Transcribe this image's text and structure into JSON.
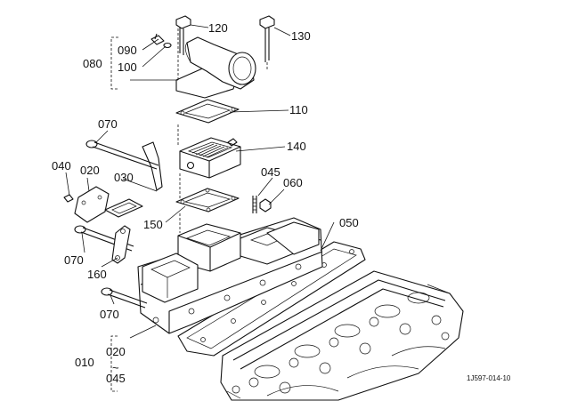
{
  "labels": {
    "l010": "010",
    "l020": "020",
    "l020b": "020",
    "l030": "030",
    "l040": "040",
    "l045": "045",
    "l045b": "045",
    "l050": "050",
    "l060": "060",
    "l070a": "070",
    "l070b": "070",
    "l070c": "070",
    "l080": "080",
    "l090": "090",
    "l100": "100",
    "l110": "110",
    "l120": "120",
    "l130": "130",
    "l140": "140",
    "l150": "150",
    "l160": "160",
    "tilde": "~"
  },
  "footer": {
    "drawing_code": "1J597-014-10"
  }
}
